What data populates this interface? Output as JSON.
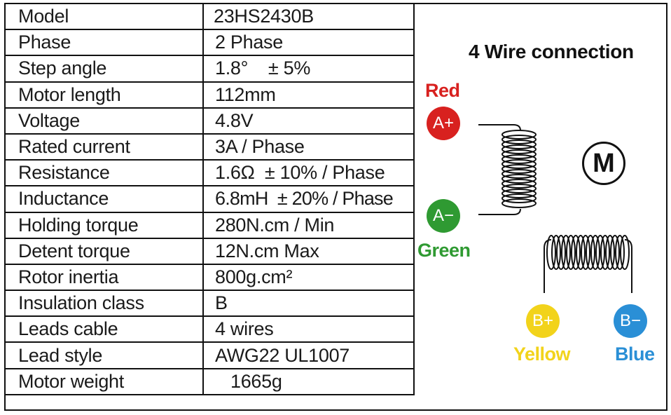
{
  "specs": [
    {
      "label": "Model",
      "value": "23HS2430B"
    },
    {
      "label": "Phase",
      "value": "2 Phase"
    },
    {
      "label": "Step angle",
      "value": "1.8°    ± 5%"
    },
    {
      "label": "Motor length",
      "value": "112mm"
    },
    {
      "label": "Voltage",
      "value": "4.8V"
    },
    {
      "label": "Rated current",
      "value": "3A / Phase"
    },
    {
      "label": "Resistance",
      "value": "1.6Ω  ± 10% / Phase"
    },
    {
      "label": "Inductance",
      "value": "6.8mH  ± 20% / Phase"
    },
    {
      "label": "Holding torque",
      "value": "280N.cm / Min"
    },
    {
      "label": "Detent torque",
      "value": "12N.cm Max"
    },
    {
      "label": "Rotor inertia",
      "value": "800g.cm²"
    },
    {
      "label": "Insulation class",
      "value": "B"
    },
    {
      "label": "Leads cable",
      "value": "4 wires"
    },
    {
      "label": "Lead style",
      "value": "AWG22 UL1007"
    },
    {
      "label": "Motor weight",
      "value": "1665g"
    }
  ],
  "diagram": {
    "title": "4 Wire connection",
    "motor_symbol": "M",
    "terminals": {
      "a_plus": {
        "label": "A+",
        "color_name": "Red",
        "color": "#d8211f"
      },
      "a_minus": {
        "label": "A−",
        "color_name": "Green",
        "color": "#2f9a32"
      },
      "b_plus": {
        "label": "B+",
        "color_name": "Yellow",
        "color": "#f2d31b"
      },
      "b_minus": {
        "label": "B−",
        "color_name": "Blue",
        "color": "#2a8fd6"
      }
    }
  }
}
